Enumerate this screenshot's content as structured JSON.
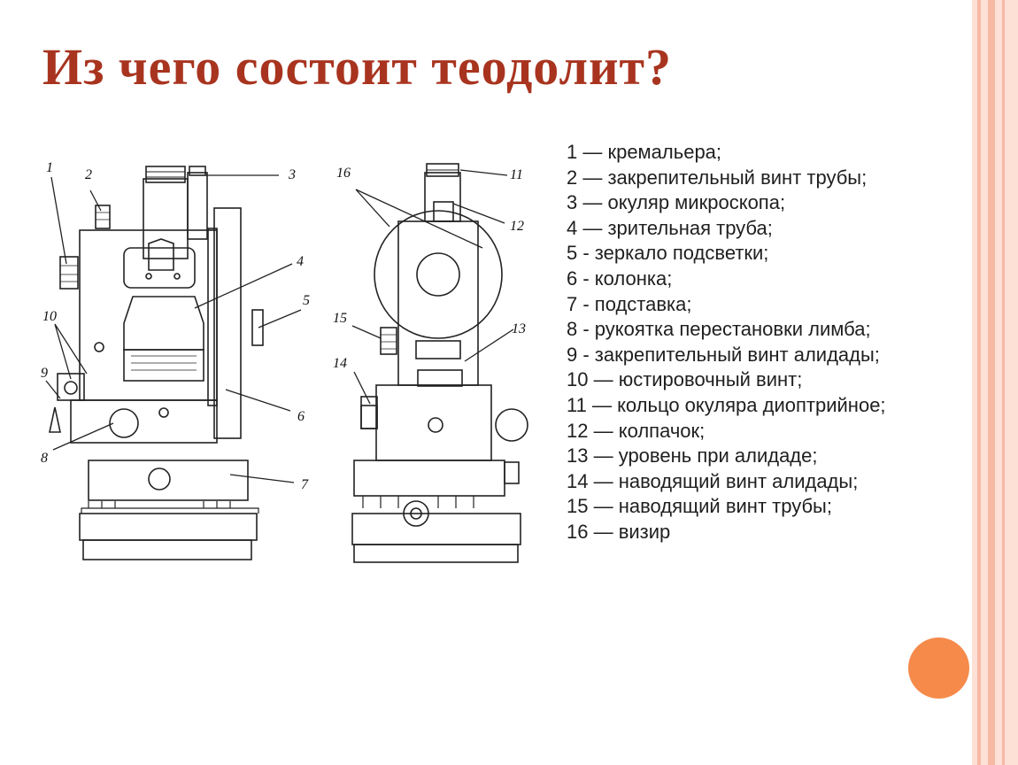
{
  "slide": {
    "title": "Из чего состоит теодолит?",
    "accent_color": "#a8341f",
    "border_color": "#f6b9a4",
    "dot_color": "#f58a4b"
  },
  "diagram": {
    "callouts": [
      "1",
      "2",
      "3",
      "4",
      "5",
      "6",
      "7",
      "8",
      "9",
      "10",
      "11",
      "12",
      "13",
      "14",
      "15",
      "16"
    ]
  },
  "legend": [
    "1 — кремальера;",
    "2 — закрепительный винт трубы;",
    "3 — окуляр микроскопа;",
    "4 — зрительная труба;",
    "5 - зеркало подсветки;",
    "6 - колонка;",
    "7 - подставка;",
    "8 - рукоятка перестановки лимба;",
    "9 - закрепительный винт алидады;",
    "10 — юстировочный винт;",
    "11 — кольцо окуляра диоптрийное;",
    "12 — колпачок;",
    "13 — уровень при алидаде;",
    "14 — наводящий винт алидады;",
    "15 — наводящий винт трубы;",
    "16 — визир"
  ]
}
